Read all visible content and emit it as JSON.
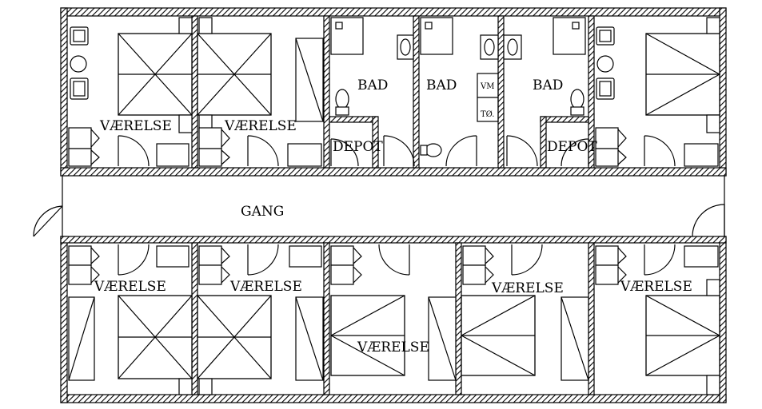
{
  "labels": {
    "corridor": "GANG",
    "room_top_1": "VÆRELSE",
    "room_top_2": "VÆRELSE",
    "room_bottom_1": "VÆRELSE",
    "room_bottom_2": "VÆRELSE",
    "room_bottom_3": "VÆRELSE",
    "room_bottom_4": "VÆRELSE",
    "room_bottom_5": "VÆRELSE",
    "bath_1": "BAD",
    "bath_2": "BAD",
    "bath_3": "BAD",
    "depot_1": "DEPOT",
    "depot_2": "DEPOT",
    "washer": "VM",
    "dryer": "TØ."
  }
}
